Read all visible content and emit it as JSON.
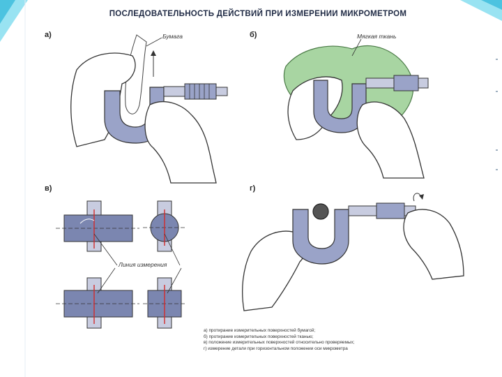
{
  "title": "ПОСЛЕДОВАТЕЛЬНОСТЬ ДЕЙСТВИЙ ПРИ ИЗМЕРЕНИИ МИКРОМЕТРОМ",
  "panels": {
    "a": {
      "label": "а)",
      "callout": "Бумага"
    },
    "b": {
      "label": "б)",
      "callout": "Мягкая ткань"
    },
    "v": {
      "label": "в)",
      "callout": "Линия измерения"
    },
    "g": {
      "label": "г)"
    }
  },
  "legend": [
    "а) протирание измерительных поверхностей бумагой;",
    "б) протирание измерительных поверхностей тканью;",
    "в) положение измерительных поверхностей относительно проверяемых;",
    "г) измерение детали при горизонтальном положении оси микрометра"
  ],
  "colors": {
    "frame": "#9aa3c8",
    "frame_dark": "#5d6690",
    "skin": "#ffffff",
    "outline": "#333333",
    "cloth": "#a8d5a2",
    "part": "#7b86b0",
    "red_line": "#d22b2b",
    "accent_cyan": "#5fd0e8"
  }
}
